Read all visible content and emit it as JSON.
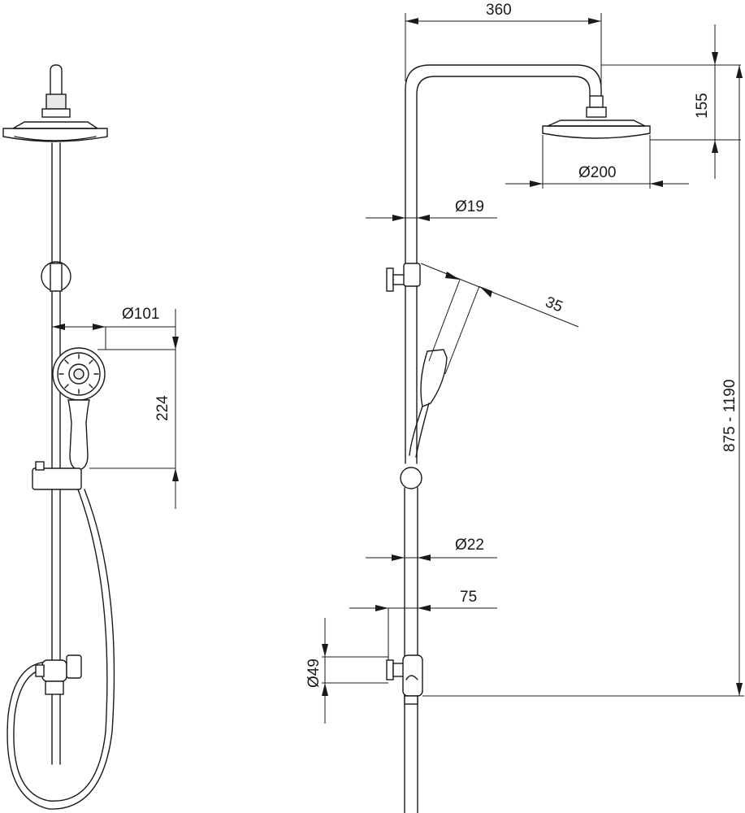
{
  "dimensions": {
    "arm_length": "360",
    "head_height": "155",
    "head_diameter": "Ø200",
    "rail_upper_diameter": "Ø19",
    "angle_offset": "35",
    "overall_height": "875 - 1190",
    "rail_lower_diameter": "Ø22",
    "wall_offset": "75",
    "connector_diameter": "Ø49",
    "hand_shower_diameter": "Ø101",
    "hand_shower_length": "224"
  }
}
